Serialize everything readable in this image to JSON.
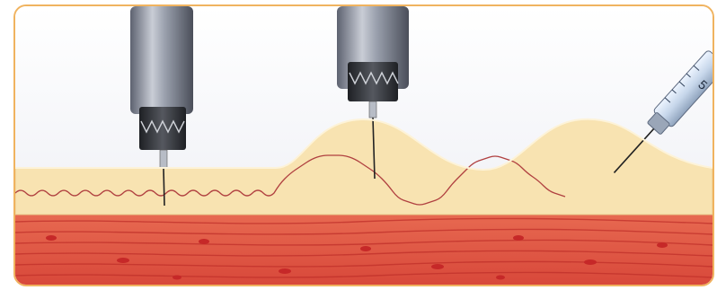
{
  "figure": {
    "subject": "",
    "panels": [
      {
        "device": "pen-injector",
        "angle_degrees": 90,
        "skin_state": "flat"
      },
      {
        "device": "pen-injector",
        "angle_degrees": 90,
        "skin_state": "pinched"
      },
      {
        "device": "syringe",
        "angle_degrees": 45,
        "skin_state": "pinched",
        "label_on_barrel": "5"
      }
    ],
    "layers": [
      "epidermis",
      "subcutaneous-fat",
      "muscle"
    ],
    "colors": {
      "border": "#f0b35f",
      "skin": "#f8e3b1",
      "dermis_line": "#b04040",
      "muscle": "#e0553f",
      "pen_body": "#8a8f9d",
      "pen_cap": "#2d2f35"
    }
  }
}
